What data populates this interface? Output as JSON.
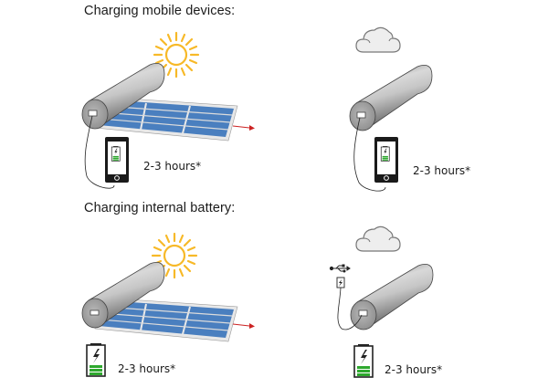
{
  "sections": [
    {
      "title": "Charging mobile devices:",
      "scenarios": [
        {
          "condition": "sunny",
          "icon": "sun-icon",
          "device": "phone",
          "duration": "2-3 hours*"
        },
        {
          "condition": "cloudy",
          "icon": "cloud-icon",
          "device": "phone",
          "duration": "2-3 hours*"
        }
      ]
    },
    {
      "title": "Charging internal battery:",
      "scenarios": [
        {
          "condition": "sunny",
          "icon": "sun-icon",
          "device": "internal-battery",
          "duration": "2-3 hours*"
        },
        {
          "condition": "cloudy",
          "icon": "cloud-icon",
          "source": "usb",
          "device": "internal-battery",
          "duration": "2-3 hours*"
        }
      ]
    }
  ],
  "colors": {
    "sun": "#f7b928",
    "cloud_fill": "#eeeeee",
    "cloud_stroke": "#777777",
    "panel_cell": "#4a7fbf",
    "panel_frame": "#e6e6e6",
    "roll": "#a9a9a9",
    "battery_green": "#2ea82e",
    "arrow": "#cc2222"
  }
}
